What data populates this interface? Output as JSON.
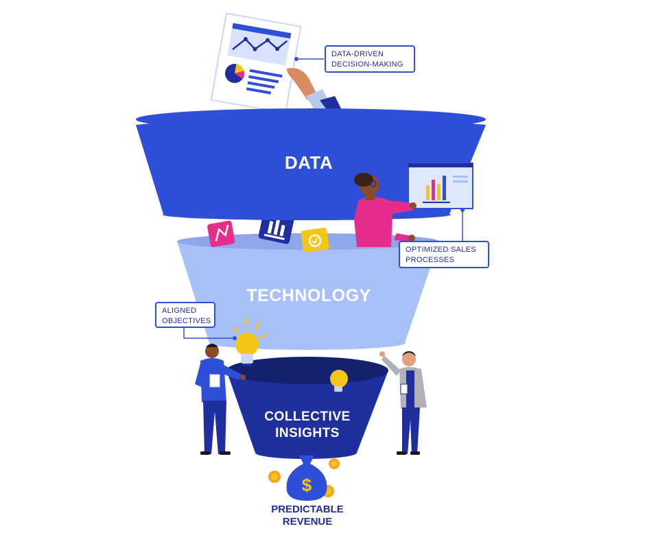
{
  "funnel": {
    "stages": [
      {
        "label": "DATA",
        "color": "#2f4fd8"
      },
      {
        "label": "TECHNOLOGY",
        "color": "#a8c0f5"
      },
      {
        "label_lines": [
          "COLLECTIVE",
          "INSIGHTS"
        ],
        "color": "#1f2f9e"
      }
    ]
  },
  "callouts": {
    "data_driven": [
      "DATA-DRIVEN",
      "DECISION-MAKING"
    ],
    "optimized_sales": [
      "OPTIMIZED SALES",
      "PROCESSES"
    ],
    "aligned_objectives": [
      "ALIGNED",
      "OBJECTIVES"
    ]
  },
  "outcome": {
    "label_lines": [
      "PREDICTABLE",
      "REVENUE"
    ],
    "bag_symbol": "$"
  },
  "colors": {
    "accent_blue": "#2f4fd8",
    "light_blue": "#a8c0f5",
    "navy": "#1f2f9e",
    "gold": "#f5c518",
    "pink": "#e62d8c"
  },
  "icons": [
    "line-chart-document-icon",
    "bar-chart-board-icon",
    "lightbulb-icon",
    "money-bag-icon",
    "coin-icon"
  ]
}
